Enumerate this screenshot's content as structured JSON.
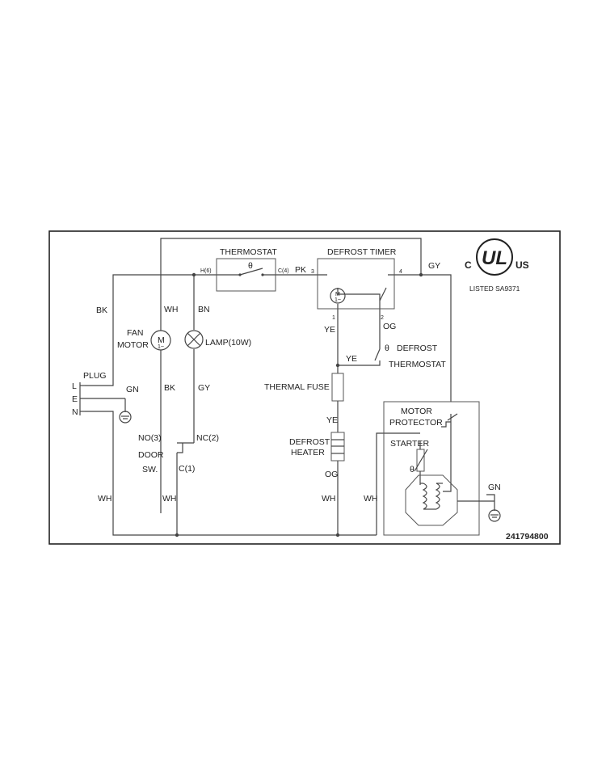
{
  "wire_colors": {
    "bk_top": "BK",
    "wh_fan": "WH",
    "bn_lamp": "BN",
    "bk_fan": "BK",
    "gy_lamp": "GY",
    "gn_plug": "GN",
    "wh_left": "WH",
    "wh_door": "WH",
    "pk": "PK",
    "gy_top": "GY",
    "ye_timer": "YE",
    "og_timer": "OG",
    "ye_mid": "YE",
    "ye_heater": "YE",
    "og_heater": "OG",
    "wh_heater": "WH",
    "wh_comp": "WH",
    "gn_comp": "GN"
  },
  "components": {
    "thermostat": "THERMOSTAT",
    "defrost_timer": "DEFROST TIMER",
    "fan_motor_1": "FAN",
    "fan_motor_2": "MOTOR",
    "lamp": "LAMP(10W)",
    "plug": "PLUG",
    "door_sw_1": "DOOR",
    "door_sw_2": "SW.",
    "thermal_fuse": "THERMAL FUSE",
    "defrost_heater_1": "DEFROST",
    "defrost_heater_2": "HEATER",
    "defrost_thermostat_1": "DEFROST",
    "defrost_thermostat_2": "THERMOSTAT",
    "motor_protector_1": "MOTOR",
    "motor_protector_2": "PROTECTOR",
    "starter": "STARTER"
  },
  "terminals": {
    "h6": "H(6)",
    "c4": "C(4)",
    "t3": "3",
    "t4": "4",
    "t1": "1",
    "t2": "2",
    "no3": "NO(3)",
    "nc2": "NC(2)",
    "c1": "C(1)",
    "l": "L",
    "e": "E",
    "n": "N",
    "motor_m": "M",
    "motor_1": "1~",
    "theta": "θ"
  },
  "certification": {
    "c": "C",
    "ul": "UL",
    "us": "US",
    "listed": "LISTED  SA9371"
  },
  "diagram_number": "241794800"
}
